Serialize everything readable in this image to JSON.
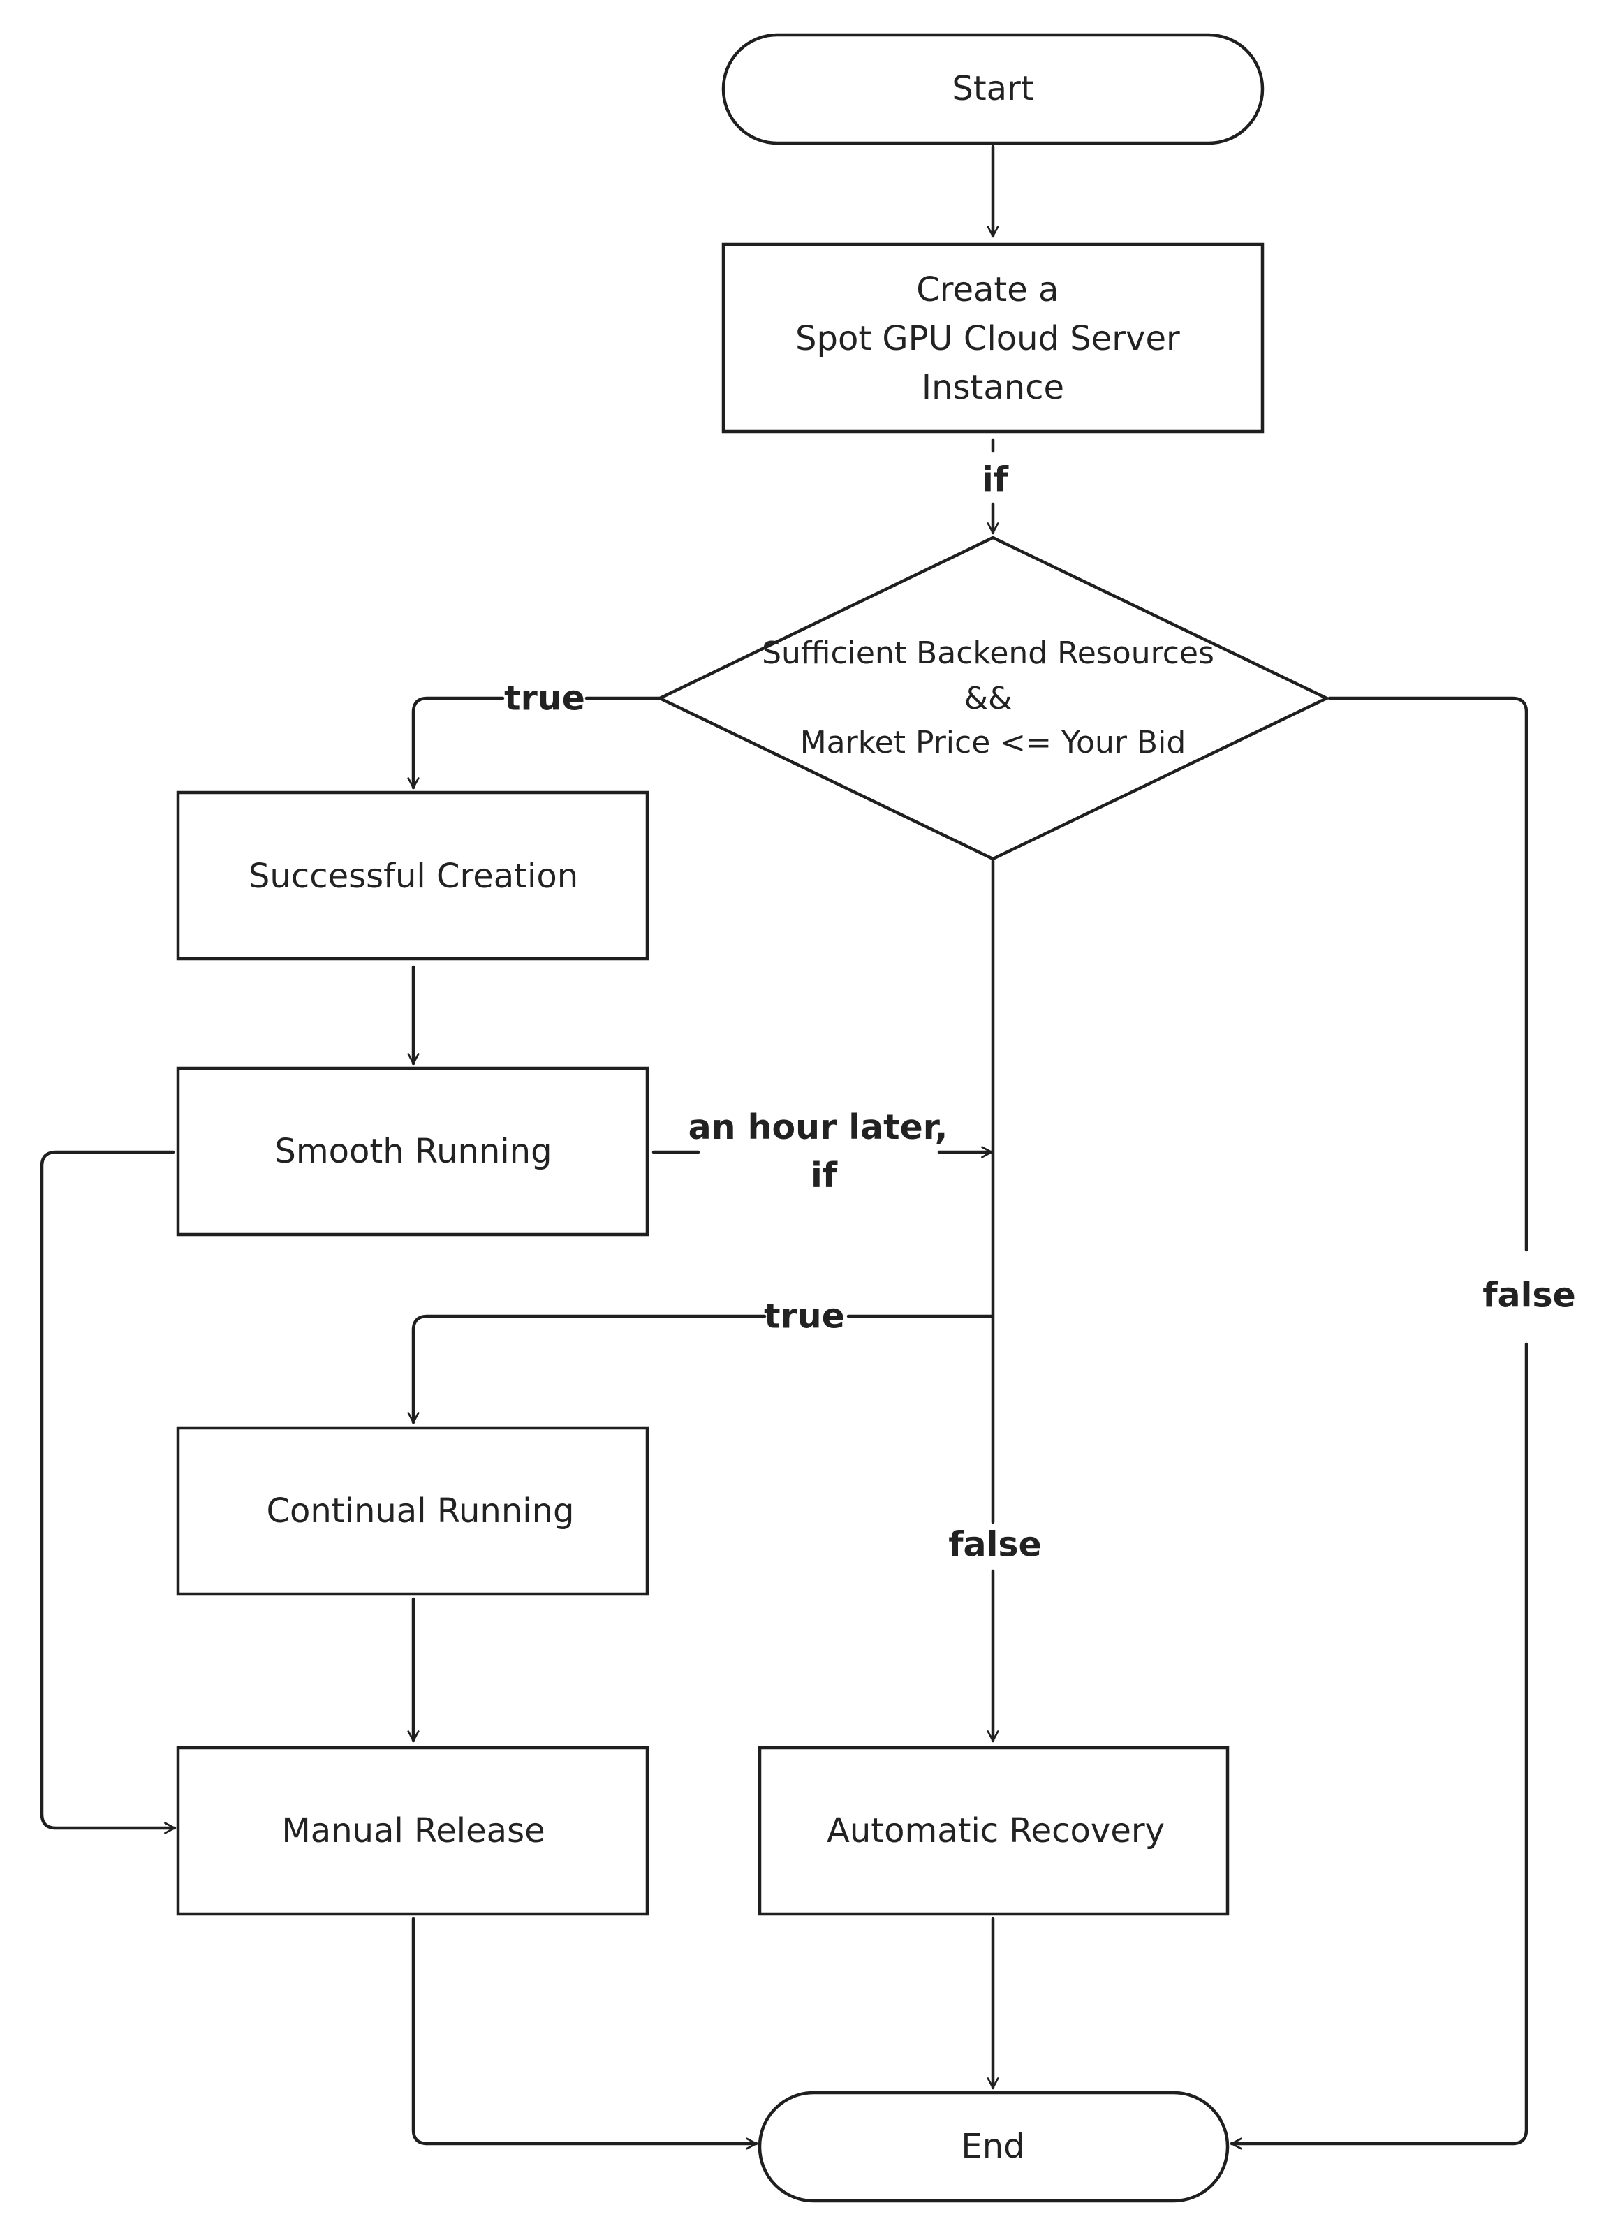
{
  "nodes": {
    "start": "Start",
    "create": [
      "Create a",
      "Spot GPU Cloud Server",
      "Instance"
    ],
    "condition": [
      "Sufficient Backend Resources",
      "&&",
      "Market Price <= Your Bid"
    ],
    "successful_creation": "Successful Creation",
    "smooth_running": "Smooth Running",
    "continual_running": "Continual Running",
    "manual_release": "Manual Release",
    "automatic_recovery": "Automatic Recovery",
    "end": "End"
  },
  "edge_labels": {
    "if": "if",
    "true_first": "true",
    "false_right": "false",
    "hour_later": [
      "an hour later,",
      "if"
    ],
    "true_second": "true",
    "false_middle": "false"
  }
}
